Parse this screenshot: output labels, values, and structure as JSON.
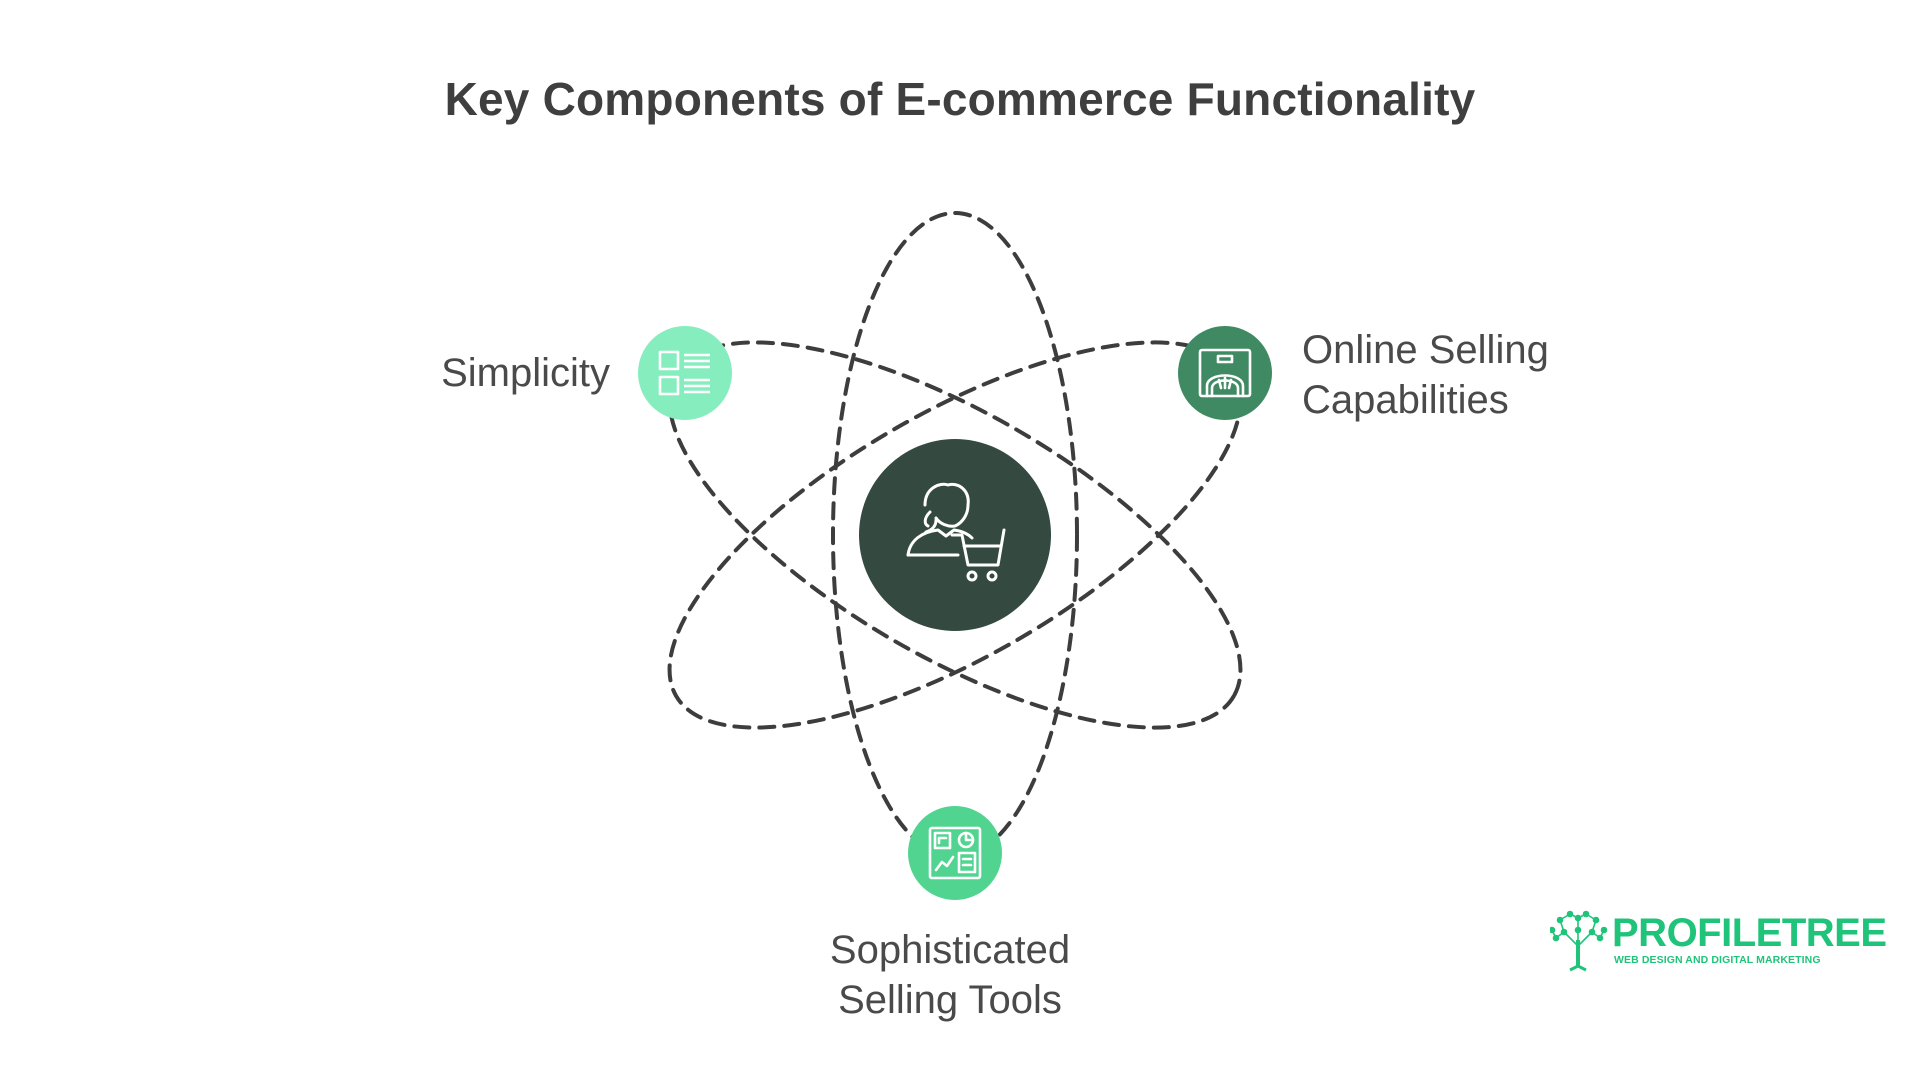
{
  "title": "Key Components of E-commerce Functionality",
  "center": {
    "icon": "customer-with-shopping-cart-icon",
    "color": "#344a40"
  },
  "nodes": [
    {
      "label": "Simplicity",
      "icon": "layout-list-icon",
      "color": "#86edbe"
    },
    {
      "label": "Online Selling Capabilities",
      "label_lines": [
        "Online Selling",
        "Capabilities"
      ],
      "icon": "storefront-icon",
      "color": "#3f8a63"
    },
    {
      "label": "Sophisticated Selling Tools",
      "label_lines": [
        "Sophisticated",
        "Selling Tools"
      ],
      "icon": "dashboard-icon",
      "color": "#52d491"
    }
  ],
  "logo": {
    "brand": "PROFILETREE",
    "tagline": "WEB DESIGN AND DIGITAL MARKETING",
    "color": "#1fc47a"
  },
  "colors": {
    "orbit": "#3d3d3d",
    "text": "#4a4a4a",
    "title": "#3f3f3f"
  }
}
